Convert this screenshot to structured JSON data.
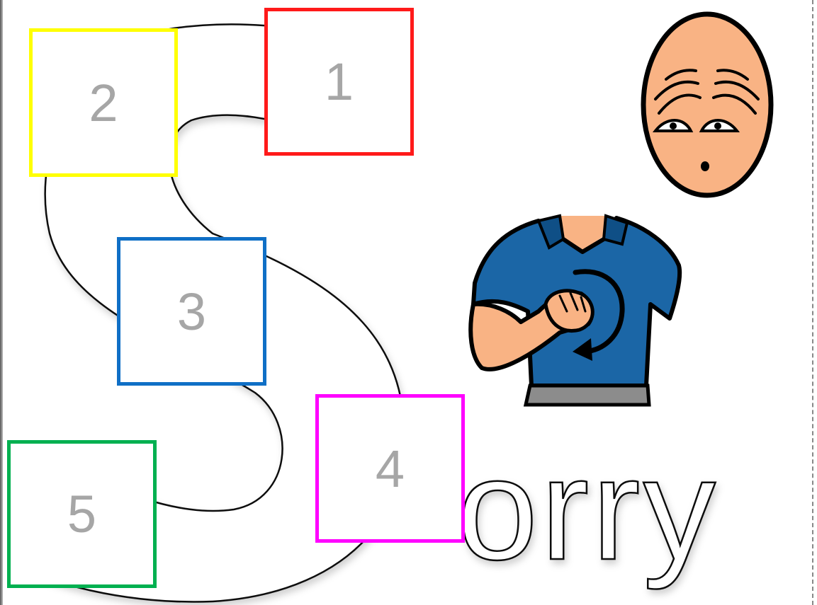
{
  "word_letters": "orry",
  "boxes": [
    {
      "number": "1",
      "color": "#ff1a1a"
    },
    {
      "number": "2",
      "color": "#ffff00"
    },
    {
      "number": "3",
      "color": "#0f6fc6"
    },
    {
      "number": "4",
      "color": "#ff00ff"
    },
    {
      "number": "5",
      "color": "#00b050"
    }
  ],
  "colors": {
    "skin": "#f9b384",
    "shirt": "#1b66a6",
    "collar": "#0f4f86",
    "pants": "#8c8c8c",
    "outline": "#000000"
  },
  "icons": [
    "worried-face-icon",
    "signing-person-icon",
    "circular-arrow-icon"
  ]
}
